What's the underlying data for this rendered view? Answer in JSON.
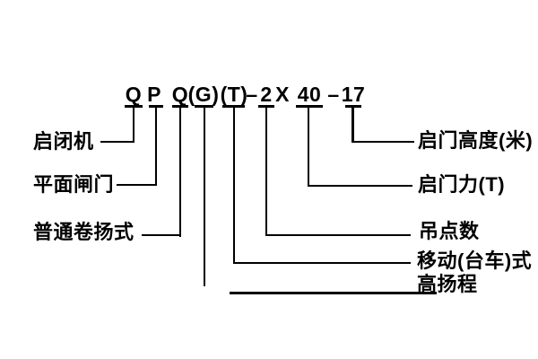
{
  "code": {
    "full": "QPQ(G)(T)-2X40-17",
    "tokens": [
      "Q",
      "P",
      "Q",
      "(G)",
      "(T)",
      "–",
      "2",
      "X",
      "40",
      "–",
      "17"
    ]
  },
  "left_labels": [
    "启闭机",
    "平面闸门",
    "普通卷扬式"
  ],
  "right_labels": [
    "启门高度(米)",
    "启门力(T)",
    "吊点数",
    "移动(台车)式",
    "高扬程"
  ],
  "colors": {
    "background": "#ffffff",
    "ink": "#000000"
  }
}
